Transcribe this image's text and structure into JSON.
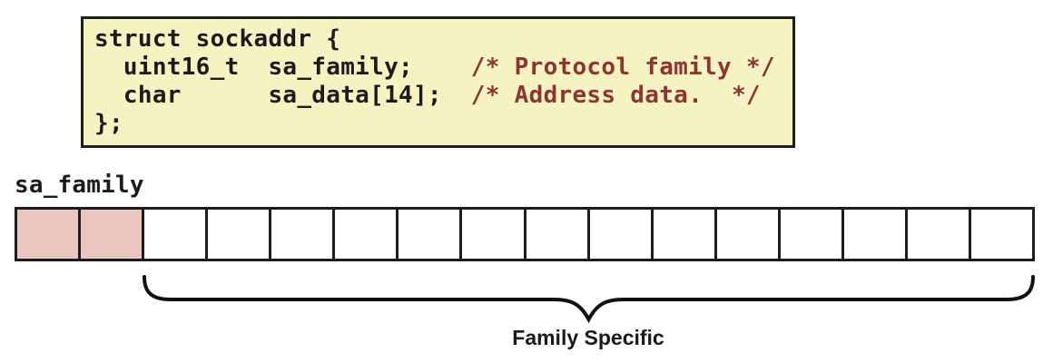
{
  "code_block": {
    "lines": [
      {
        "code": "struct sockaddr {",
        "comment": ""
      },
      {
        "code": "  uint16_t  sa_family;    ",
        "comment": "/* Protocol family */"
      },
      {
        "code": "  char      sa_data[14];  ",
        "comment": "/* Address data.  */"
      },
      {
        "code": "};",
        "comment": ""
      }
    ],
    "background_color": "#F6F3C3",
    "border_color": "#1D1D1D",
    "text_color": "#1B1B1B",
    "comment_color": "#8E3531"
  },
  "diagram": {
    "field_label": "sa_family",
    "total_cells": 16,
    "highlighted_cells": 2,
    "highlight_color": "#EBC6C1",
    "cell_color": "#FFFFFF",
    "border_color": "#1D1D1D",
    "brace_label": "Family Specific"
  }
}
